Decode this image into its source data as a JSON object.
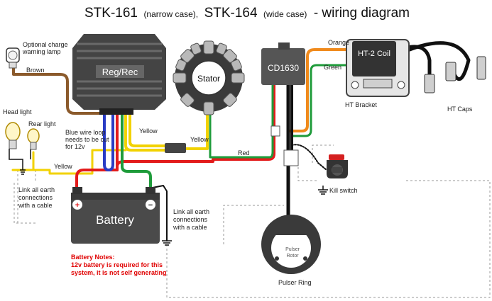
{
  "title": {
    "part1": "STK-161",
    "part1_note": "(narrow case),",
    "part2": "STK-164",
    "part2_note": "(wide case)",
    "part3": "- wiring diagram"
  },
  "components": {
    "regrec": "Reg/Rec",
    "stator": "Stator",
    "cdi": "CD1630",
    "coil": "HT-2 Coil",
    "battery": "Battery",
    "pulser_text_1": "Pulser",
    "pulser_text_2": "Rotor"
  },
  "battery_terminals": {
    "positive": "+",
    "negative": "−"
  },
  "labels": {
    "optional_lamp_1": "Optional charge",
    "optional_lamp_2": "warning lamp",
    "brown": "Brown",
    "head_light": "Head light",
    "rear_light": "Rear light",
    "yellow_lights": "Yellow",
    "blue_loop_1": "Blue wire loop",
    "blue_loop_2": "needs to be cut",
    "blue_loop_3": "for 12v",
    "yellow_1": "Yellow",
    "yellow_2": "Yellow",
    "red": "Red",
    "orange": "Orange",
    "green": "Green",
    "ht_bracket": "HT Bracket",
    "ht_caps": "HT Caps",
    "kill_switch": "Kill switch",
    "earth_left_1": "Link all earth",
    "earth_left_2": "connections",
    "earth_left_3": "with a cable",
    "earth_right_1": "Link all earth",
    "earth_right_2": "connections",
    "earth_right_3": "with a cable",
    "pulser_ring": "Pulser Ring"
  },
  "battery_notes": {
    "heading": "Battery Notes:",
    "line1": "12v battery is required for this",
    "line2": "system, it is not self generating"
  },
  "colors": {
    "brown_wire": "#8b5a2b",
    "yellow_wire": "#f2d200",
    "red_wire": "#e31b1b",
    "green_wire": "#1e9b3a",
    "blue_wire": "#2a3cc4",
    "orange_wire": "#f08a1c",
    "note_red": "#e00000"
  }
}
